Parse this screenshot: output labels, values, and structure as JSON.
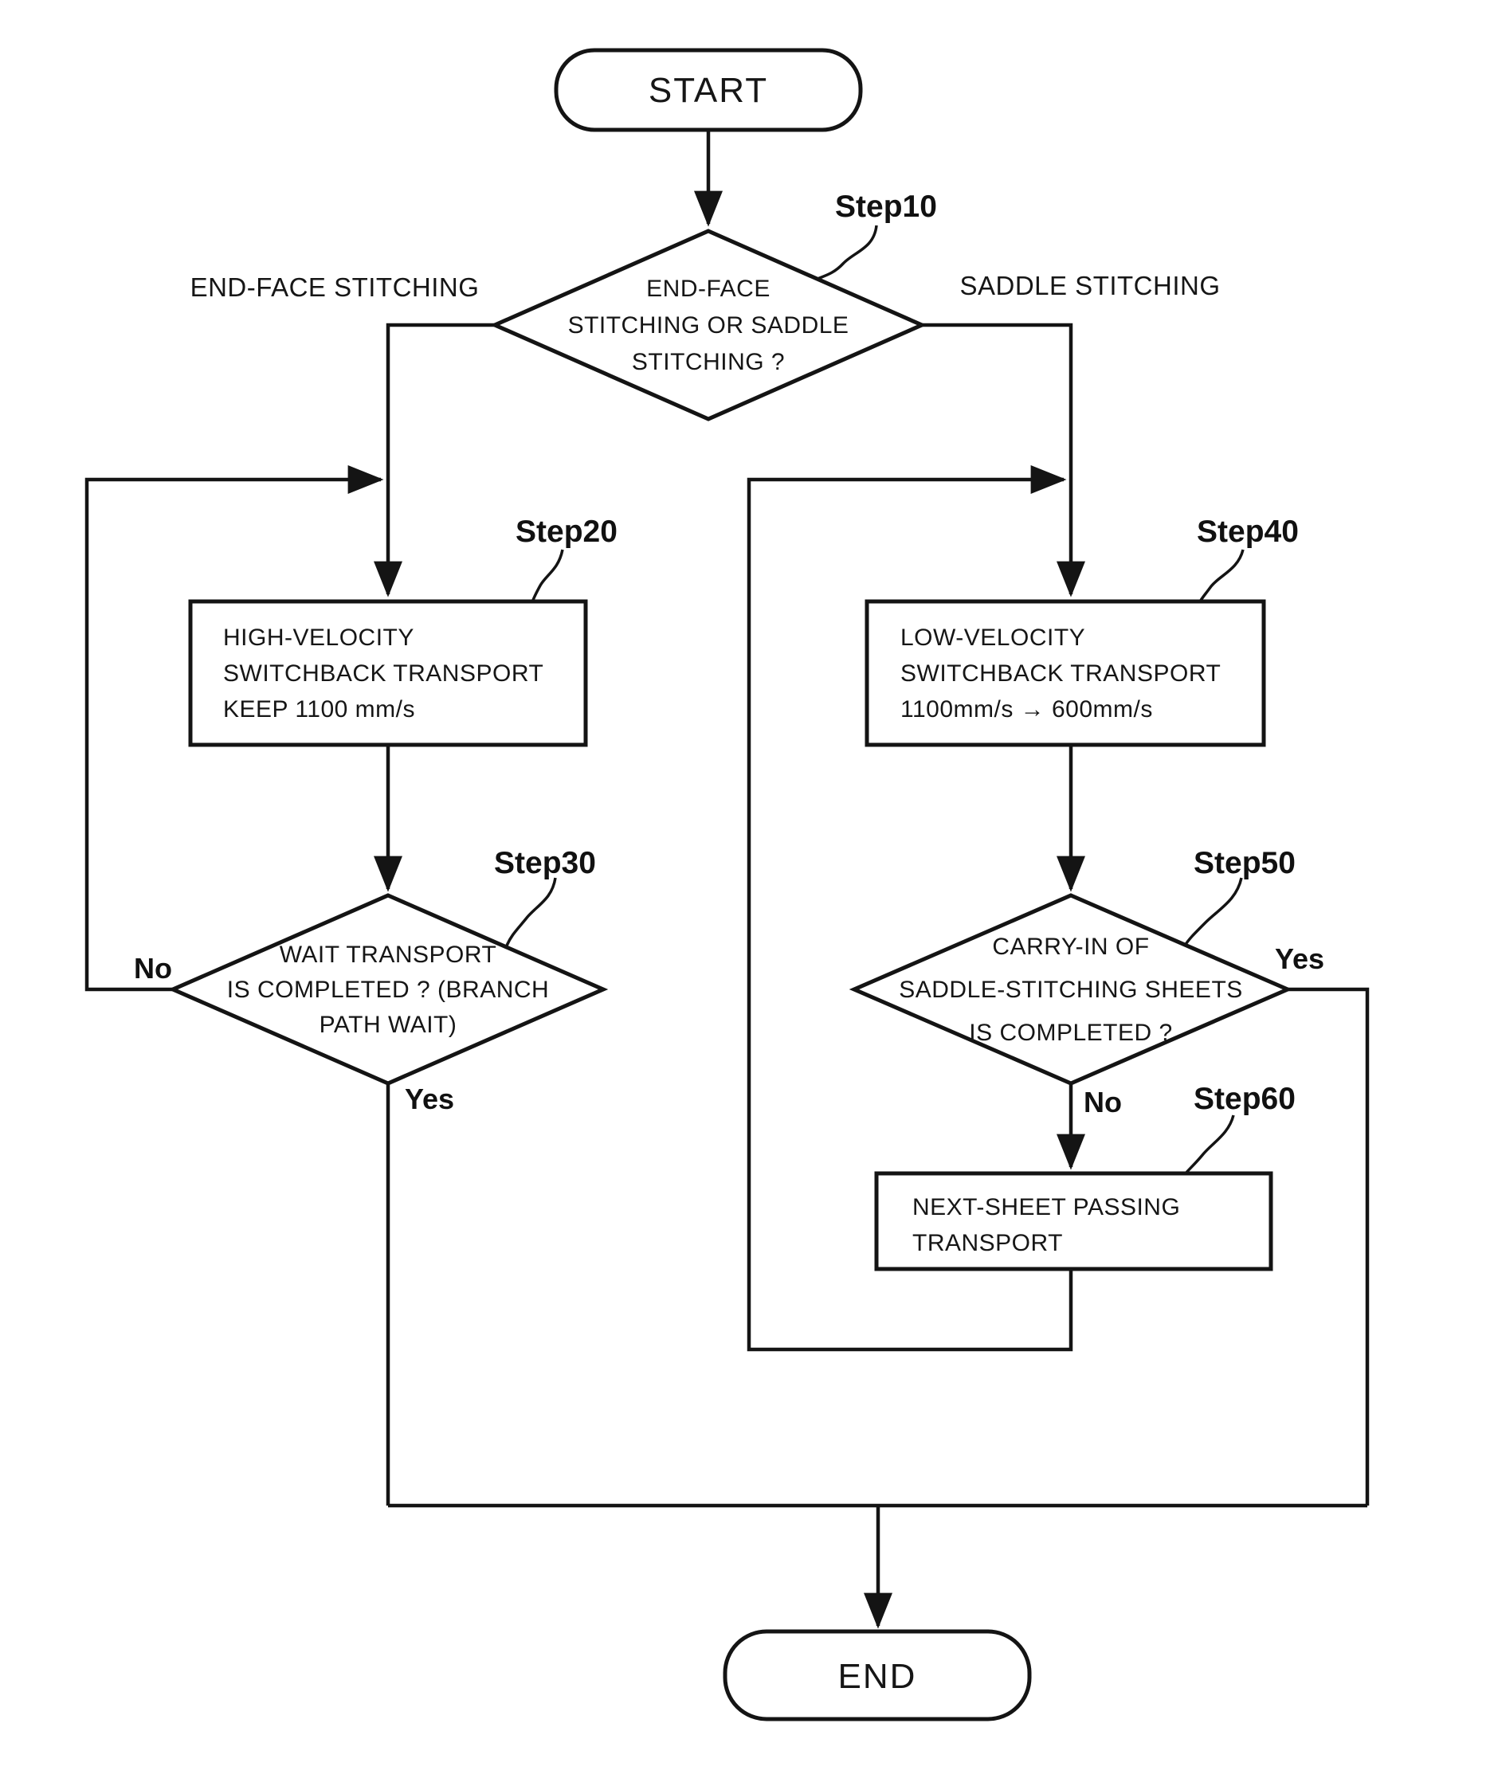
{
  "diagram": {
    "title_hint": "Patent-style flowchart: end-face stitching vs saddle stitching transport control",
    "colors": {
      "line": "#141414",
      "background": "#ffffff"
    },
    "nodes": {
      "start": {
        "label": "START"
      },
      "step10": {
        "step_id": "Step10",
        "lines": [
          "END-FACE",
          "STITCHING OR SADDLE",
          "STITCHING ?"
        ]
      },
      "step20": {
        "step_id": "Step20",
        "lines": [
          "HIGH-VELOCITY",
          "SWITCHBACK TRANSPORT",
          "KEEP 1100 mm/s"
        ]
      },
      "step30": {
        "step_id": "Step30",
        "lines": [
          "WAIT TRANSPORT",
          "IS COMPLETED ? (BRANCH",
          "PATH WAIT)"
        ]
      },
      "step40": {
        "step_id": "Step40",
        "lines": [
          "LOW-VELOCITY",
          "SWITCHBACK TRANSPORT",
          "1100mm/s → 600mm/s"
        ]
      },
      "step50": {
        "step_id": "Step50",
        "lines": [
          "CARRY-IN OF",
          "SADDLE-STITCHING SHEETS",
          "IS COMPLETED ?"
        ]
      },
      "step60": {
        "step_id": "Step60",
        "lines": [
          "NEXT-SHEET PASSING",
          "TRANSPORT"
        ]
      },
      "end": {
        "label": "END"
      }
    },
    "branch_labels": {
      "left_branch": "END-FACE STITCHING",
      "right_branch": "SADDLE STITCHING",
      "step30_no": "No",
      "step30_yes": "Yes",
      "step50_yes": "Yes",
      "step50_no": "No"
    }
  }
}
